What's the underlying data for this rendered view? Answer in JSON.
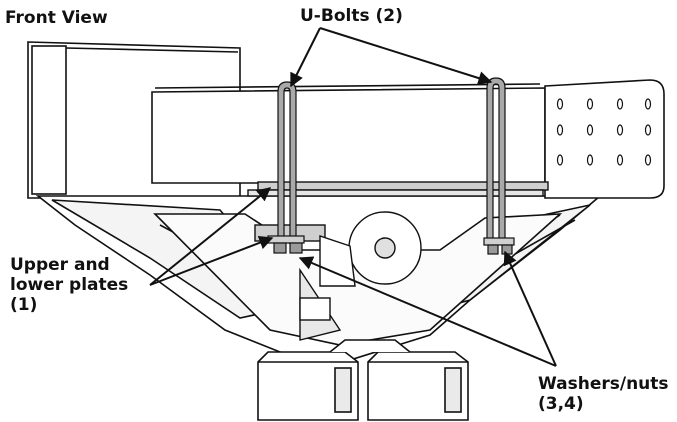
{
  "labels": {
    "front_view": "Front View",
    "u_bolts": "U-Bolts (2)",
    "plates_line1": "Upper and",
    "plates_line2": "lower plates",
    "plates_line3": "(1)",
    "washers_line1": "Washers/nuts",
    "washers_line2": "(3,4)"
  },
  "colors": {
    "stroke": "#111111",
    "bolt": "#a9a9a9",
    "plate": "#cfcfcf",
    "hardware": "#9a9a9a"
  }
}
